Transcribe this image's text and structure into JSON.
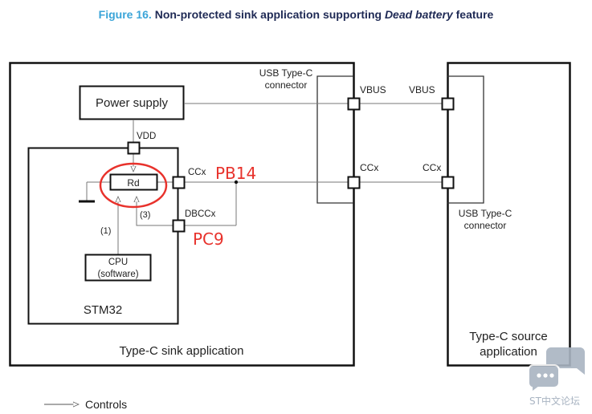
{
  "figure": {
    "number_label": "Figure 16.",
    "title_prefix": "Non-protected sink application supporting",
    "title_italic": "Dead battery",
    "title_suffix": "feature"
  },
  "sink": {
    "label": "Type-C sink application",
    "connector_label_line1": "USB Type-C",
    "connector_label_line2": "connector",
    "power_supply": "Power supply",
    "vdd": "VDD",
    "mcu": {
      "label": "STM32",
      "rd": "Rd",
      "ccx": "CCx",
      "dbccx": "DBCCx",
      "cpu_line1": "CPU",
      "cpu_line2": "(software)",
      "control_1": "(1)",
      "control_3": "(3)"
    },
    "vbus": "VBUS",
    "ccx": "CCx"
  },
  "source": {
    "label_line1": "Type-C source",
    "label_line2": "application",
    "connector_label_line1": "USB Type-C",
    "connector_label_line2": "connector",
    "vbus": "VBUS",
    "ccx": "CCx"
  },
  "annotations": {
    "pb14": "PB14",
    "pc9": "PC9",
    "highlight_color": "#e8322c"
  },
  "legend": {
    "controls": "Controls"
  },
  "watermark": {
    "text": "ST中文论坛"
  }
}
